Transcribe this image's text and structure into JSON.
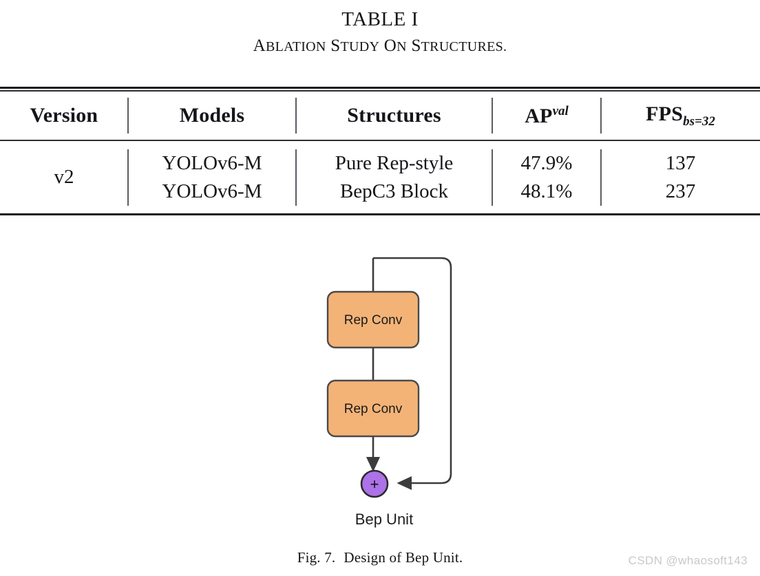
{
  "table": {
    "number": "TABLE I",
    "title_first_letters": [
      "A",
      "S",
      "O",
      "S"
    ],
    "title": "ABLATION STUDY ON STRUCTURES.",
    "title_parts": [
      {
        "cap": "A",
        "rest": "BLATION"
      },
      {
        "cap": "S",
        "rest": "TUDY"
      },
      {
        "cap": "O",
        "rest": "N"
      },
      {
        "cap": "S",
        "rest": "TRUCTURES."
      }
    ],
    "columns": [
      {
        "key": "version",
        "label": "Version"
      },
      {
        "key": "models",
        "label": "Models"
      },
      {
        "key": "structures",
        "label": "Structures"
      },
      {
        "key": "ap",
        "label": "AP",
        "superscript": "val"
      },
      {
        "key": "fps",
        "label": "FPS",
        "subscript": "bs=32"
      }
    ],
    "version_group": "v2",
    "rows": [
      {
        "model": "YOLOv6-M",
        "structure": "Pure Rep-style",
        "ap": "47.9%",
        "fps": "137"
      },
      {
        "model": "YOLOv6-M",
        "structure": "BepC3 Block",
        "ap": "48.1%",
        "fps": "237"
      }
    ]
  },
  "figure": {
    "caption_number": "Fig. 7.",
    "caption_text": "Design of Bep Unit.",
    "unit_label": "Bep Unit",
    "blocks": [
      {
        "id": "rep-conv-1",
        "label": "Rep Conv"
      },
      {
        "id": "rep-conv-2",
        "label": "Rep Conv"
      }
    ],
    "add_node": {
      "label": "+"
    },
    "colors": {
      "block_fill": "#F3B377",
      "block_stroke": "#4a4a4a",
      "add_fill": "#AE72E8",
      "add_stroke": "#2b2b2b",
      "edge": "#3c3c3c"
    }
  },
  "watermark": {
    "text": "CSDN @whaosoft143"
  }
}
